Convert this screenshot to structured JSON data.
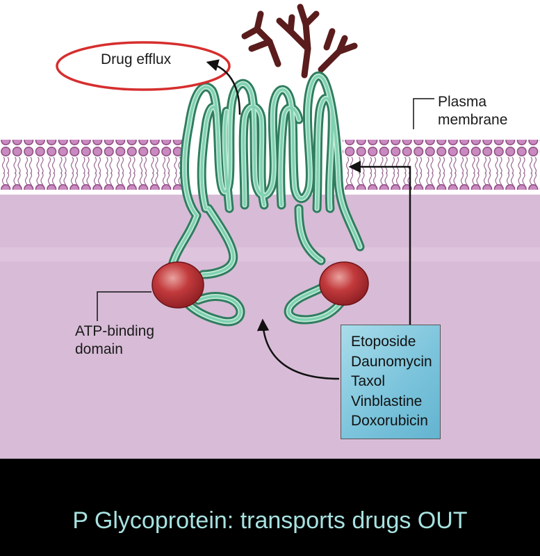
{
  "diagram": {
    "efflux_label": "Drug efflux",
    "membrane_label": [
      "Plasma",
      "membrane"
    ],
    "atp_label": [
      "ATP-binding",
      "domain"
    ],
    "drugs": [
      "Etoposide",
      "Daunomycin",
      "Taxol",
      "Vinblastine",
      "Doxorubicin"
    ],
    "colors": {
      "protein": "#6ec9a8",
      "membrane_head": "#c27bb0",
      "cytoplasm": "#d7b8d5",
      "atp_domain": "#b3262c",
      "glycan": "#5a1c1c",
      "efflux_ellipse": "#d62e2e"
    }
  },
  "caption": "P Glycoprotein: transports drugs OUT"
}
